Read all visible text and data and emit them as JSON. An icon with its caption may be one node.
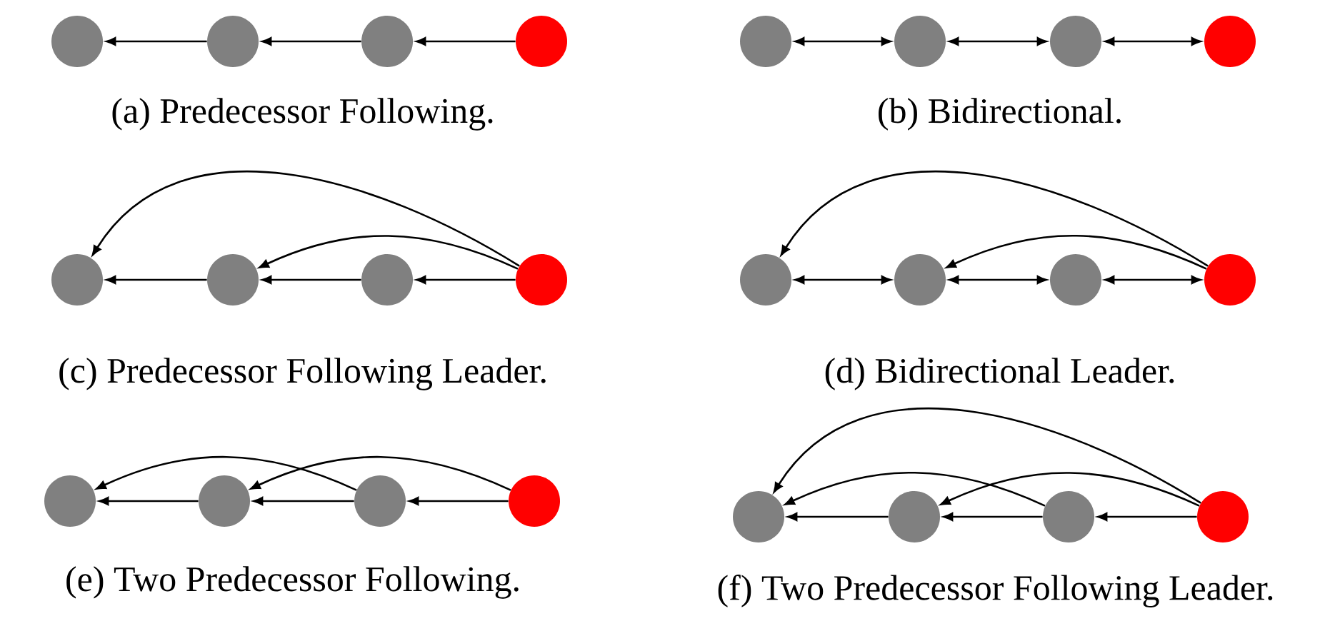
{
  "diagram": {
    "nodes": [
      {
        "text": [],
        "shape": "circle"
      },
      {
        "text": [],
        "shape": "circle"
      },
      {
        "text": [],
        "shape": "circle"
      },
      {
        "text": [],
        "shape": "circle"
      },
      {
        "text": [],
        "shape": "circle"
      },
      {
        "text": [],
        "shape": "circle"
      },
      {
        "text": [],
        "shape": "circle"
      },
      {
        "text": [],
        "shape": "circle"
      },
      {
        "text": [],
        "shape": "circle"
      },
      {
        "text": [],
        "shape": "circle"
      },
      {
        "text": [],
        "shape": "circle"
      },
      {
        "text": [],
        "shape": "circle"
      },
      {
        "text": [],
        "shape": "circle"
      },
      {
        "text": [],
        "shape": "circle"
      },
      {
        "text": [],
        "shape": "circle"
      },
      {
        "text": [],
        "shape": "circle"
      },
      {
        "text": [],
        "shape": "circle"
      },
      {
        "text": [],
        "shape": "circle"
      },
      {
        "text": [],
        "shape": "circle"
      },
      {
        "text": [],
        "shape": "circle"
      },
      {
        "text": [],
        "shape": "circle"
      },
      {
        "text": [],
        "shape": "circle"
      },
      {
        "text": [],
        "shape": "circle"
      },
      {
        "text": [],
        "shape": "circle"
      }
    ],
    "edges": [
      {
        "from": 1,
        "to": 0,
        "arrow": "to"
      },
      {
        "from": 2,
        "to": 1,
        "arrow": "to"
      },
      {
        "from": 3,
        "to": 2,
        "arrow": "to"
      },
      {
        "from": 5,
        "to": 4,
        "arrow": "both"
      },
      {
        "from": 6,
        "to": 5,
        "arrow": "both"
      },
      {
        "from": 7,
        "to": 6,
        "arrow": "both"
      },
      {
        "from": 9,
        "to": 8,
        "arrow": "to"
      },
      {
        "from": 10,
        "to": 9,
        "arrow": "to"
      },
      {
        "from": 11,
        "to": 10,
        "arrow": "to"
      },
      {
        "from": 11,
        "to": 8,
        "arrow": "to"
      },
      {
        "from": 11,
        "to": 9,
        "arrow": "to"
      },
      {
        "from": 13,
        "to": 12,
        "arrow": "both"
      },
      {
        "from": 14,
        "to": 13,
        "arrow": "both"
      },
      {
        "from": 15,
        "to": 14,
        "arrow": "both"
      },
      {
        "from": 15,
        "to": 12,
        "arrow": "to"
      },
      {
        "from": 15,
        "to": 13,
        "arrow": "to"
      },
      {
        "from": 17,
        "to": 16,
        "arrow": "to"
      },
      {
        "from": 18,
        "to": 17,
        "arrow": "to"
      },
      {
        "from": 19,
        "to": 18,
        "arrow": "to"
      },
      {
        "from": 18,
        "to": 16,
        "arrow": "to"
      },
      {
        "from": 19,
        "to": 17,
        "arrow": "to"
      },
      {
        "from": 21,
        "to": 20,
        "arrow": "to"
      },
      {
        "from": 22,
        "to": 21,
        "arrow": "to"
      },
      {
        "from": 23,
        "to": 22,
        "arrow": "to"
      },
      {
        "from": 22,
        "to": 20,
        "arrow": "to"
      },
      {
        "from": 23,
        "to": 21,
        "arrow": "to"
      },
      {
        "from": 23,
        "to": 20,
        "arrow": "to"
      }
    ],
    "labels": [
      "(a) Predecessor Following.",
      "(b) Bidirectional.",
      "(c) Predecessor Following Leader.",
      "(d) Bidirectional Leader.",
      "(e) Two Predecessor Following.",
      "(f) Two Predecessor Following Leader."
    ]
  }
}
